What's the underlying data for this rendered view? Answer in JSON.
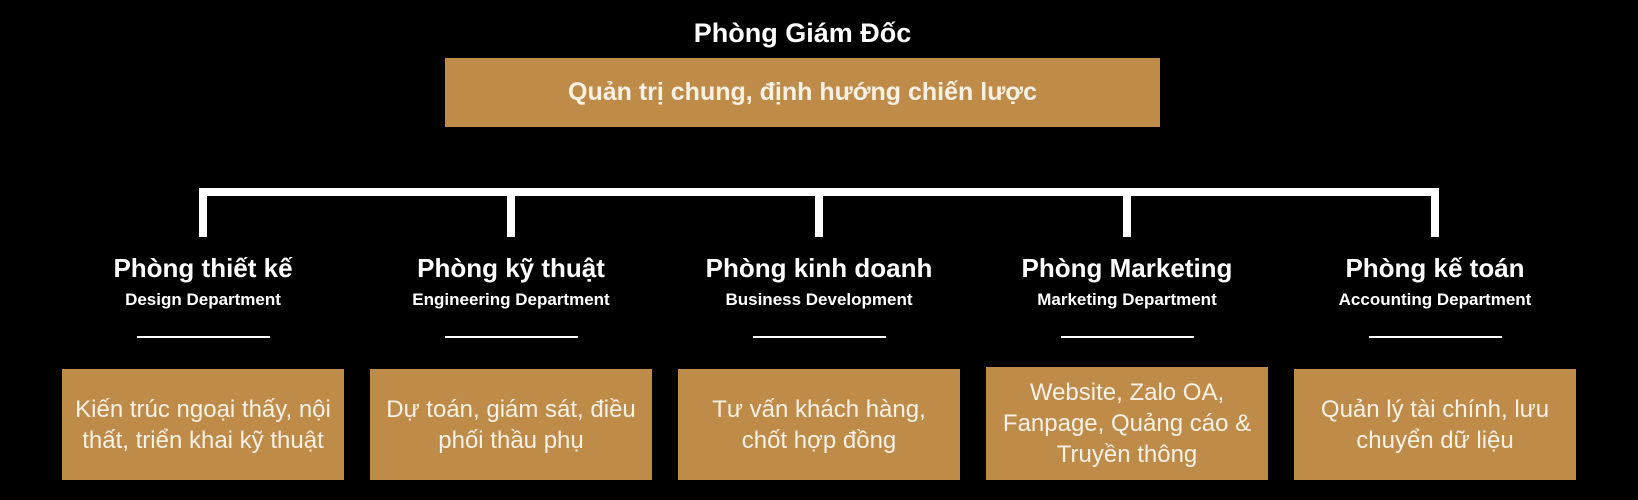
{
  "colors": {
    "background": "#000000",
    "node_fill": "#be8b49",
    "heading_text": "#ffffff",
    "box_text": "#f8f1e6",
    "connector_line": "#ffffff"
  },
  "root": {
    "title": "Phòng Giám Đốc",
    "box_label": "Quản trị chung, định hướng chiến lược"
  },
  "departments": [
    {
      "title": "Phòng thiết kế",
      "subtitle": "Design Department",
      "box": "Kiến trúc ngoại thấy, nội thất, triển khai kỹ thuật"
    },
    {
      "title": "Phòng kỹ thuật",
      "subtitle": "Engineering Department",
      "box": "Dự toán, giám sát, điều phối thầu phụ"
    },
    {
      "title": "Phòng kinh doanh",
      "subtitle": "Business Development",
      "box": "Tư vấn khách hàng, chốt hợp đồng"
    },
    {
      "title": "Phòng Marketing",
      "subtitle": "Marketing Department",
      "box": "Website, Zalo OA, Fanpage, Quảng cáo & Truyền thông"
    },
    {
      "title": "Phòng kế toán",
      "subtitle": "Accounting Department",
      "box": "Quản lý tài chính, lưu chuyển dữ liệu"
    }
  ]
}
